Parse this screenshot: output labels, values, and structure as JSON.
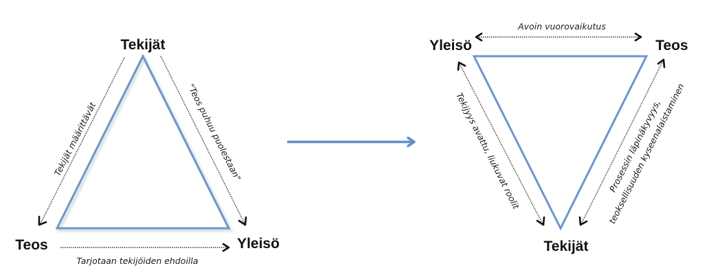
{
  "colors": {
    "triangle_stroke": "#6a97c9",
    "transition_arrow": "#5f8fc6",
    "text": "#111111",
    "background": "#ffffff"
  },
  "before": {
    "nodes": {
      "top": "Tekijät",
      "bottom_left": "Teos",
      "bottom_right": "Yleisö"
    },
    "edges": {
      "left": {
        "label": "Tekijät määrittävät",
        "direction": "Tekijät → Teos"
      },
      "right": {
        "label": "\"Teos puhuu puolestaan\"",
        "direction": "Tekijät → Yleisö"
      },
      "bottom": {
        "label": "Tarjotaan tekijöiden ehdoilla",
        "direction": "Teos → Yleisö"
      }
    }
  },
  "transition": {
    "icon": "arrow-right-icon",
    "meaning": "before → after"
  },
  "after": {
    "nodes": {
      "top_left": "Yleisö",
      "top_right": "Teos",
      "bottom": "Tekijät"
    },
    "edges": {
      "top": {
        "label": "Avoin vuorovaikutus",
        "direction": "Yleisö ↔ Teos"
      },
      "left": {
        "label": "Tekijyys avattu, liukuvat roolit",
        "direction": "Yleisö ↔ Tekijät"
      },
      "right": {
        "label_line1": "Prosessin läpinäkyvyys,",
        "label_line2": "teoksellisuuden kyseenalaistaminen",
        "direction": "Teos ↔ Tekijät"
      }
    }
  }
}
